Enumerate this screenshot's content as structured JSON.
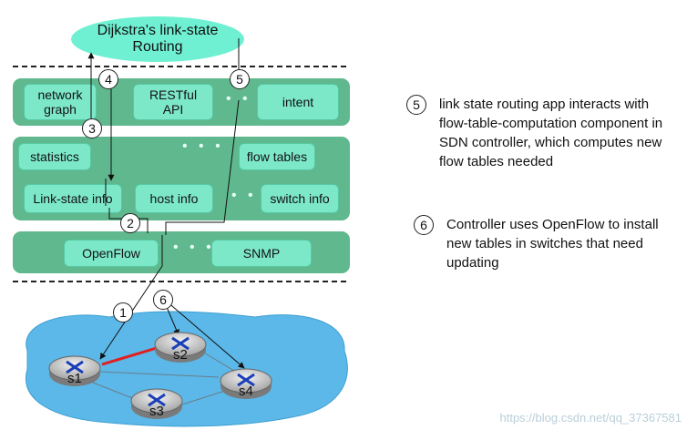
{
  "app": {
    "title": "Dijkstra's link-state Routing",
    "title_line1": "Dijkstra's link-state",
    "title_line2": "Routing"
  },
  "layers": {
    "apps": {
      "boxes": [
        {
          "label_line1": "network",
          "label_line2": "graph"
        },
        {
          "label_line1": "RESTful",
          "label_line2": "API"
        },
        {
          "label_line1": "intent",
          "label_line2": ""
        }
      ]
    },
    "controller": {
      "boxes": [
        {
          "label": "statistics"
        },
        {
          "label": "flow tables"
        },
        {
          "label": "Link-state info"
        },
        {
          "label": "host info"
        },
        {
          "label": "switch info"
        }
      ]
    },
    "southbound": {
      "boxes": [
        {
          "label": "OpenFlow"
        },
        {
          "label": "SNMP"
        }
      ]
    },
    "ellipsis": "• • •"
  },
  "steps": [
    "1",
    "2",
    "3",
    "4",
    "5",
    "6"
  ],
  "network": {
    "switches": [
      "s1",
      "s2",
      "s3",
      "s4"
    ]
  },
  "notes": [
    {
      "number": "5",
      "text": "link state routing app interacts with flow-table-computation component in SDN controller, which computes new flow tables needed"
    },
    {
      "number": "6",
      "text": "Controller uses OpenFlow to install new tables in switches that need updating"
    }
  ],
  "watermark": "https://blog.csdn.net/qq_37367581",
  "colors": {
    "layer": "#5fb88e",
    "box": "#7de8c8",
    "ellipse": "#6ff0d2",
    "cloud": "#5bb8e8",
    "highlight_link": "#e02020",
    "router": "#d9d9d9"
  }
}
